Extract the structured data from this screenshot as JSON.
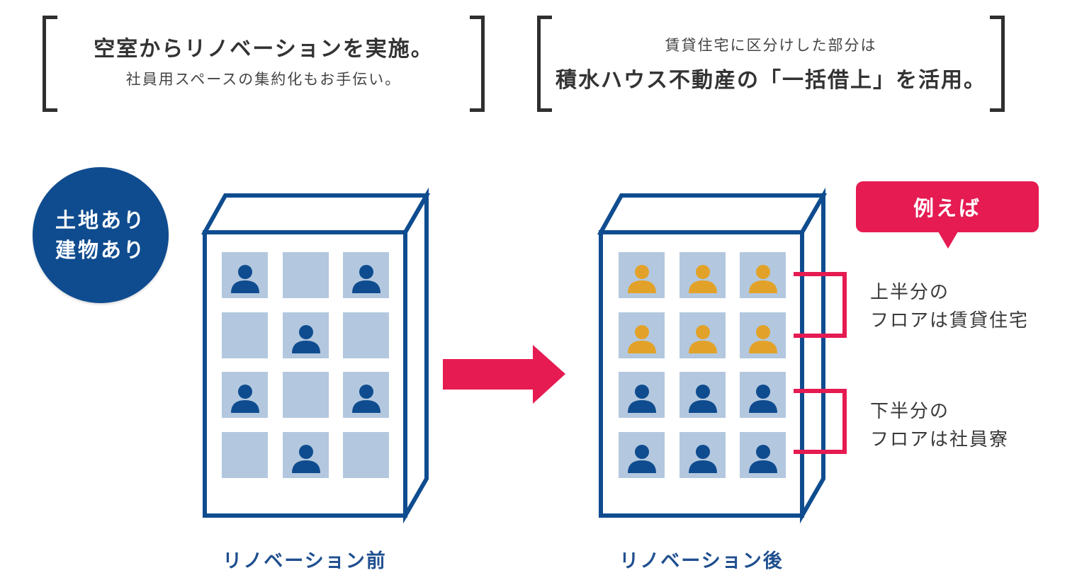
{
  "header_left": {
    "title": "空室からリノベーションを実施。",
    "subtitle": "社員用スペースの集約化もお手伝い。"
  },
  "header_right": {
    "subtitle": "賃貸住宅に区分けした部分は",
    "title": "積水ハウス不動産の「一括借上」を活用。"
  },
  "badge": {
    "line1": "土地あり",
    "line2": "建物あり"
  },
  "building_before": {
    "label": "リノベーション前",
    "occupancy": [
      [
        true,
        false,
        true
      ],
      [
        false,
        true,
        false
      ],
      [
        true,
        false,
        true
      ],
      [
        false,
        true,
        false
      ]
    ]
  },
  "building_after": {
    "label": "リノベーション後",
    "rows": [
      [
        "rental",
        "rental",
        "rental"
      ],
      [
        "rental",
        "rental",
        "rental"
      ],
      [
        "dorm",
        "dorm",
        "dorm"
      ],
      [
        "dorm",
        "dorm",
        "dorm"
      ]
    ]
  },
  "example": {
    "tag": "例えば",
    "upper_line1": "上半分の",
    "upper_line2": "フロアは賃貸住宅",
    "lower_line1": "下半分の",
    "lower_line2": "フロアは社員寮"
  },
  "colors": {
    "building_outline": "#0f4c8f",
    "window_bg": "#b3c8df",
    "person_blue": "#0f4c8f",
    "person_orange": "#e2a229",
    "accent_pink": "#e51b52",
    "bracket": "#2f2f2f"
  },
  "icons": {
    "person": "person-icon",
    "arrow": "right-arrow-icon"
  }
}
